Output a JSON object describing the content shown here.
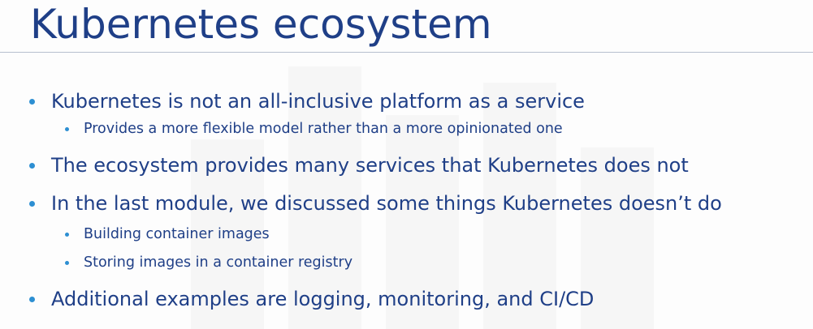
{
  "slide": {
    "title": "Kubernetes ecosystem",
    "bullets": [
      {
        "level": 1,
        "text": "Kubernetes is not an all-inclusive platform as a service"
      },
      {
        "level": 2,
        "text": "Provides a more flexible model rather than a more opinionated one"
      },
      {
        "level": 1,
        "text": "The ecosystem provides many services that Kubernetes does not"
      },
      {
        "level": 1,
        "text": "In the last module, we discussed some things Kubernetes doesn’t do"
      },
      {
        "level": 2,
        "text": "Building container images"
      },
      {
        "level": 2,
        "text": "Storing images in a container registry"
      },
      {
        "level": 1,
        "text": "Additional examples are logging, monitoring, and CI/CD"
      }
    ]
  },
  "colors": {
    "title_text": "#1f3f87",
    "body_text": "#1f3f87",
    "bullet_dot": "#2d8fd2",
    "rule": "#b7bfcf",
    "background": "#fdfdfd"
  }
}
